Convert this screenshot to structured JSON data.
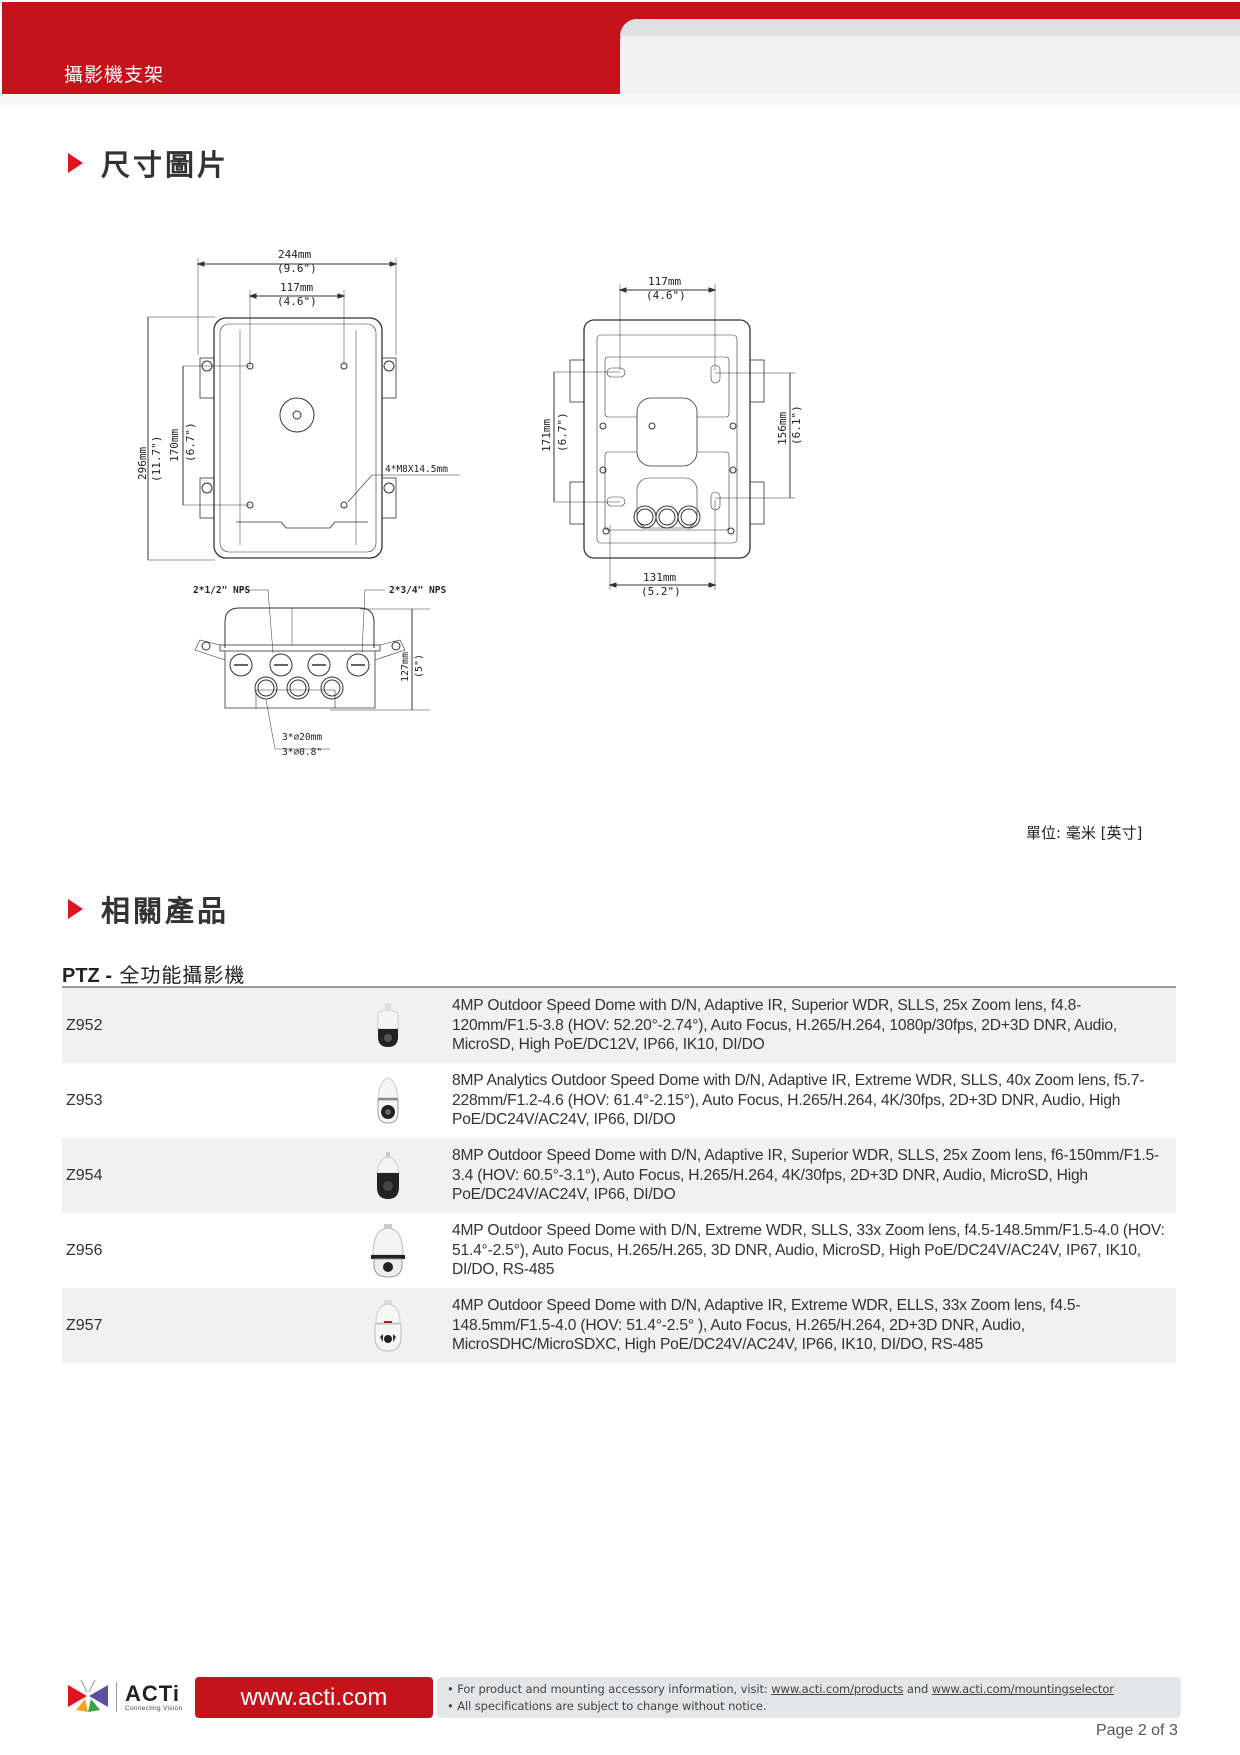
{
  "header": {
    "title": "攝影機支架",
    "brand_color": "#c4131a"
  },
  "sections": {
    "dimensions": {
      "title": "尺寸圖片"
    },
    "related": {
      "title": "相關產品"
    }
  },
  "drawings": {
    "front": {
      "width_total": "244mm",
      "width_total_in": "(9.6\")",
      "width_holes": "117mm",
      "width_holes_in": "(4.6\")",
      "height_total": "296mm",
      "height_total_in": "(11.7\")",
      "height_holes": "170mm",
      "height_holes_in": "(6.7\")",
      "screw_label": "4*M8X14.5mm"
    },
    "back": {
      "width_top": "117mm",
      "width_top_in": "(4.6\")",
      "width_bottom": "131mm",
      "width_bottom_in": "(5.2\")",
      "height_left": "171mm",
      "height_left_in": "(6.7\")",
      "height_right": "156mm",
      "height_right_in": "(6.1\")"
    },
    "bottom": {
      "left_port": "2*1/2\" NPS",
      "right_port": "2*3/4\" NPS",
      "height": "127mm",
      "height_in": "(5\")",
      "holes_mm": "3*⌀20mm",
      "holes_in": "3*⌀0.8\""
    },
    "units_note": "單位: 毫米 [英寸]"
  },
  "products": {
    "category_bold": "PTZ -",
    "category_cn": " 全功能攝影機",
    "rows": [
      {
        "model": "Z952",
        "image": "speed-dome-dark-lens",
        "description": "4MP Outdoor Speed Dome with D/N, Adaptive IR, Superior WDR, SLLS, 25x Zoom lens, f4.8-120mm/F1.5-3.8 (HOV: 52.20°-2.74°), Auto Focus, H.265/H.264, 1080p/30fps, 2D+3D DNR, Audio, MicroSD, High PoE/DC12V, IP66, IK10, DI/DO"
      },
      {
        "model": "Z953",
        "image": "speed-dome-white",
        "description": "8MP Analytics Outdoor Speed Dome with D/N, Adaptive IR, Extreme WDR, SLLS, 40x Zoom lens, f5.7-228mm/F1.2-4.6 (HOV: 61.4°-2.15°), Auto Focus, H.265/H.264, 4K/30fps, 2D+3D DNR, Audio, High PoE/DC24V/AC24V, IP66, DI/DO"
      },
      {
        "model": "Z954",
        "image": "speed-dome-dark-lens",
        "description": "8MP Outdoor Speed Dome with D/N, Adaptive IR, Superior WDR, SLLS, 25x Zoom lens, f6-150mm/F1.5-3.4 (HOV: 60.5°-3.1°), Auto Focus, H.265/H.264, 4K/30fps, 2D+3D DNR, Audio, MicroSD, High PoE/DC24V/AC24V, IP66, DI/DO"
      },
      {
        "model": "Z956",
        "image": "speed-dome-large",
        "description": "4MP Outdoor Speed Dome with D/N, Extreme WDR, SLLS, 33x Zoom lens, f4.5-148.5mm/F1.5-4.0 (HOV: 51.4°-2.5°), Auto Focus, H.265/H.265, 3D DNR, Audio, MicroSD, High PoE/DC24V/AC24V, IP67, IK10, DI/DO, RS-485"
      },
      {
        "model": "Z957",
        "image": "speed-dome-ir",
        "description": "4MP Outdoor Speed Dome with D/N, Adaptive IR, Extreme WDR, ELLS, 33x Zoom lens, f4.5-148.5mm/F1.5-4.0 (HOV: 51.4°-2.5° ), Auto Focus, H.265/H.264, 2D+3D DNR, Audio, MicroSDHC/MicroSDXC, High PoE/DC24V/AC24V, IP66, IK10, DI/DO, RS-485"
      }
    ]
  },
  "footer": {
    "logo_text": "ACTi",
    "logo_tagline": "Connecting Vision",
    "website": "www.acti.com",
    "note_line1_prefix": "• For product and mounting accessory information, visit: ",
    "link_products": "www.acti.com/products",
    "note_and": " and ",
    "link_mounting": "www.acti.com/mountingselector",
    "note_line2": "• All specifications are subject to change without notice.",
    "page": "Page 2 of 3"
  }
}
